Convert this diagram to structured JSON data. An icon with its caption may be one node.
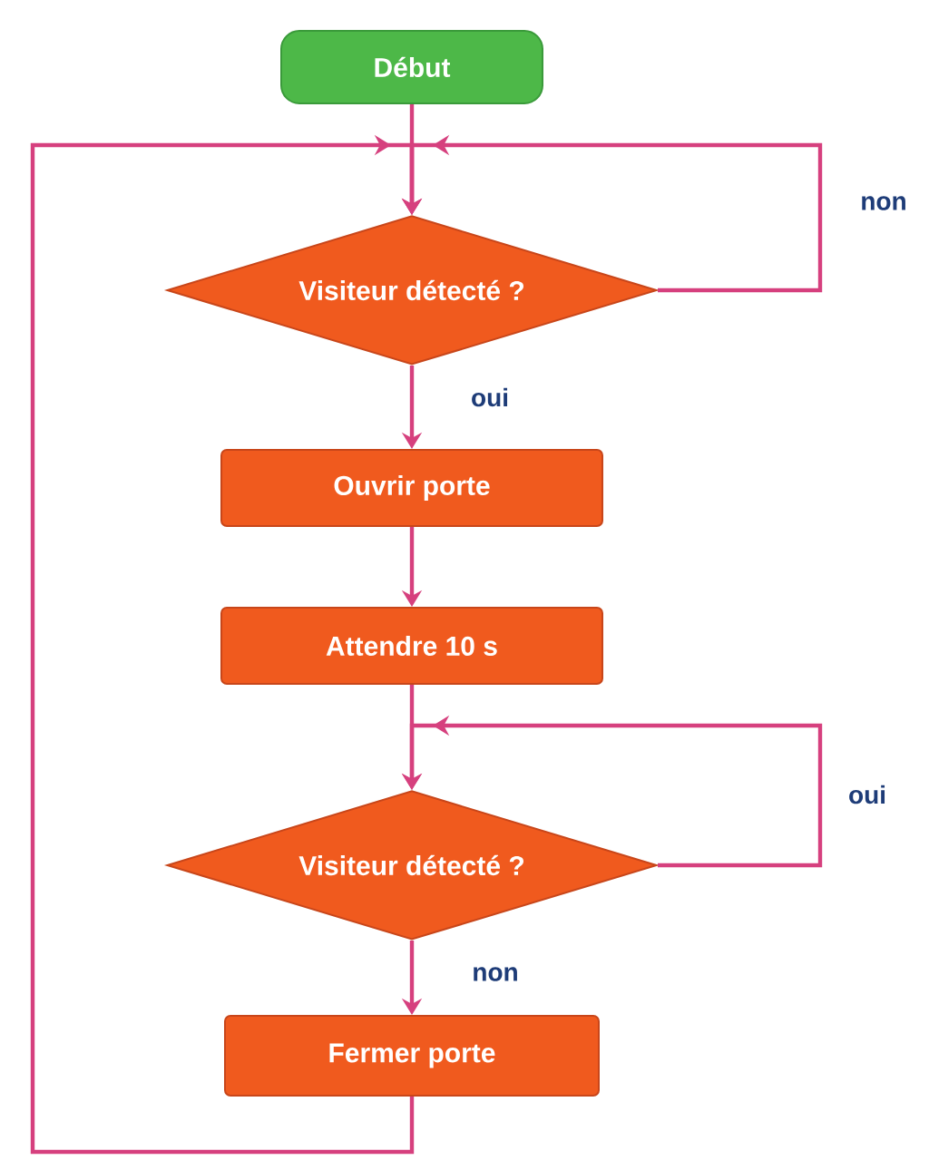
{
  "diagram": {
    "nodes": [
      {
        "text": [
          "Début"
        ]
      },
      {
        "text": [
          "Visiteur détecté ?"
        ]
      },
      {
        "text": [
          "Ouvrir porte"
        ]
      },
      {
        "text": [
          "Attendre 10 s"
        ]
      },
      {
        "text": [
          "Visiteur détecté ?"
        ]
      },
      {
        "text": [
          "Fermer porte"
        ]
      }
    ],
    "edges": [
      {
        "from": 0,
        "to": 1,
        "arrow": "to"
      },
      {
        "from": 1,
        "to": 1,
        "arrow": "to",
        "label": "non"
      },
      {
        "from": 1,
        "to": 2,
        "arrow": "to",
        "label": "oui"
      },
      {
        "from": 2,
        "to": 3,
        "arrow": "to"
      },
      {
        "from": 3,
        "to": 4,
        "arrow": "to"
      },
      {
        "from": 4,
        "to": 4,
        "arrow": "to",
        "label": "oui"
      },
      {
        "from": 4,
        "to": 5,
        "arrow": "to",
        "label": "non"
      },
      {
        "from": 5,
        "to": 1,
        "arrow": "to"
      }
    ]
  }
}
